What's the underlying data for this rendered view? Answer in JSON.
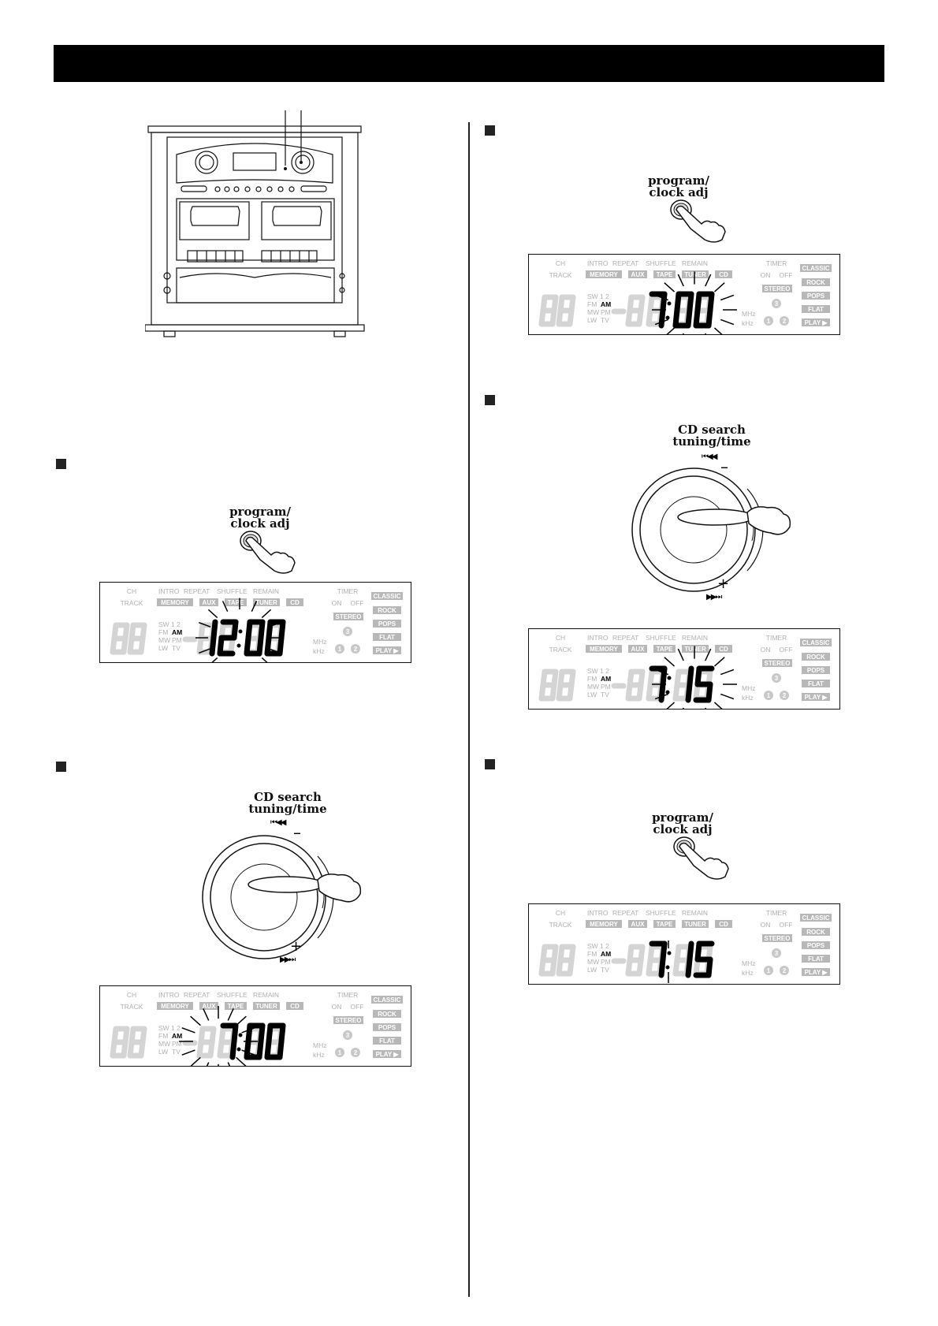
{
  "lcd": {
    "ch": "CH",
    "track": "TRACK",
    "intro": "INTRO",
    "repeat": "REPEAT",
    "shuffle": "SHUFFLE",
    "remain": "REMAIN",
    "timer": "TIMER",
    "on": "ON",
    "off": "OFF",
    "memory": "MEMORY",
    "aux": "AUX",
    "tape": "TAPE",
    "tuner": "TUNER",
    "cd": "CD",
    "stereo": "STEREO",
    "classic": "CLASSIC",
    "rock": "ROCK",
    "pops": "POPS",
    "flat": "FLAT",
    "play": "PLAY ▶",
    "sw12": "SW 1 2",
    "fm": "FM",
    "am": "AM",
    "mw": "MW",
    "pm": "PM",
    "lw": "LW",
    "tv": "TV",
    "mhz": "MHz",
    "khz": "kHz",
    "p1": "1",
    "p2": "2",
    "p3": "3"
  },
  "steps": [
    {
      "button_label": [
        "program/",
        "clock adj"
      ],
      "display_time": "12:00",
      "blinking": "all"
    },
    {
      "dial_label": [
        "CD search",
        "tuning/time"
      ],
      "dial_minus": "–",
      "dial_plus": "+",
      "skip_back": "⏮◀◀",
      "skip_fwd": "▶▶⏭",
      "display_time": "7:00",
      "blinking": "hour"
    },
    {
      "button_label": [
        "program/",
        "clock adj"
      ],
      "display_time": "7:00",
      "blinking": "minutes"
    },
    {
      "dial_label": [
        "CD search",
        "tuning/time"
      ],
      "dial_minus": "–",
      "dial_plus": "+",
      "skip_back": "⏮◀◀",
      "skip_fwd": "▶▶⏭",
      "display_time": "7:15",
      "blinking": "minutes"
    },
    {
      "button_label": [
        "program/",
        "clock adj"
      ],
      "display_time": "7:15",
      "blinking": "colon"
    }
  ]
}
